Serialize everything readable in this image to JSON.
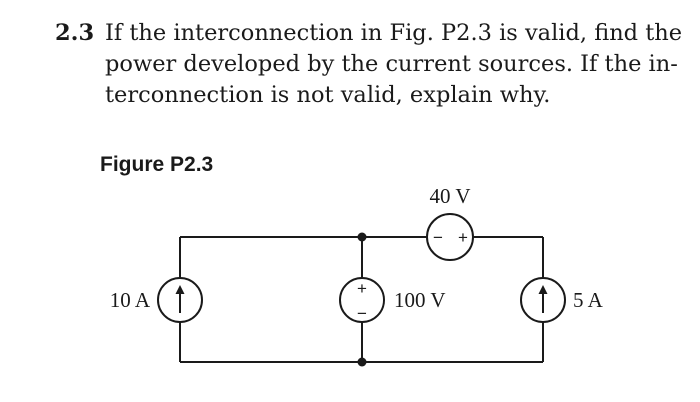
{
  "problem": {
    "number": "2.3",
    "lines": [
      "If the interconnection in Fig. P2.3 is valid, find the",
      "power developed by the current sources. If the in-",
      "terconnection is not valid, explain why."
    ]
  },
  "figure": {
    "label": "Figure P2.3",
    "sources": {
      "current_left": {
        "label": "10 A",
        "icon": "arrow-up-icon"
      },
      "voltage_middle": {
        "label": "100 V",
        "plus": "+",
        "minus": "−"
      },
      "voltage_top": {
        "label": "40 V",
        "minus": "−",
        "plus": "+"
      },
      "current_right": {
        "label": "5 A",
        "icon": "arrow-up-icon"
      }
    }
  }
}
